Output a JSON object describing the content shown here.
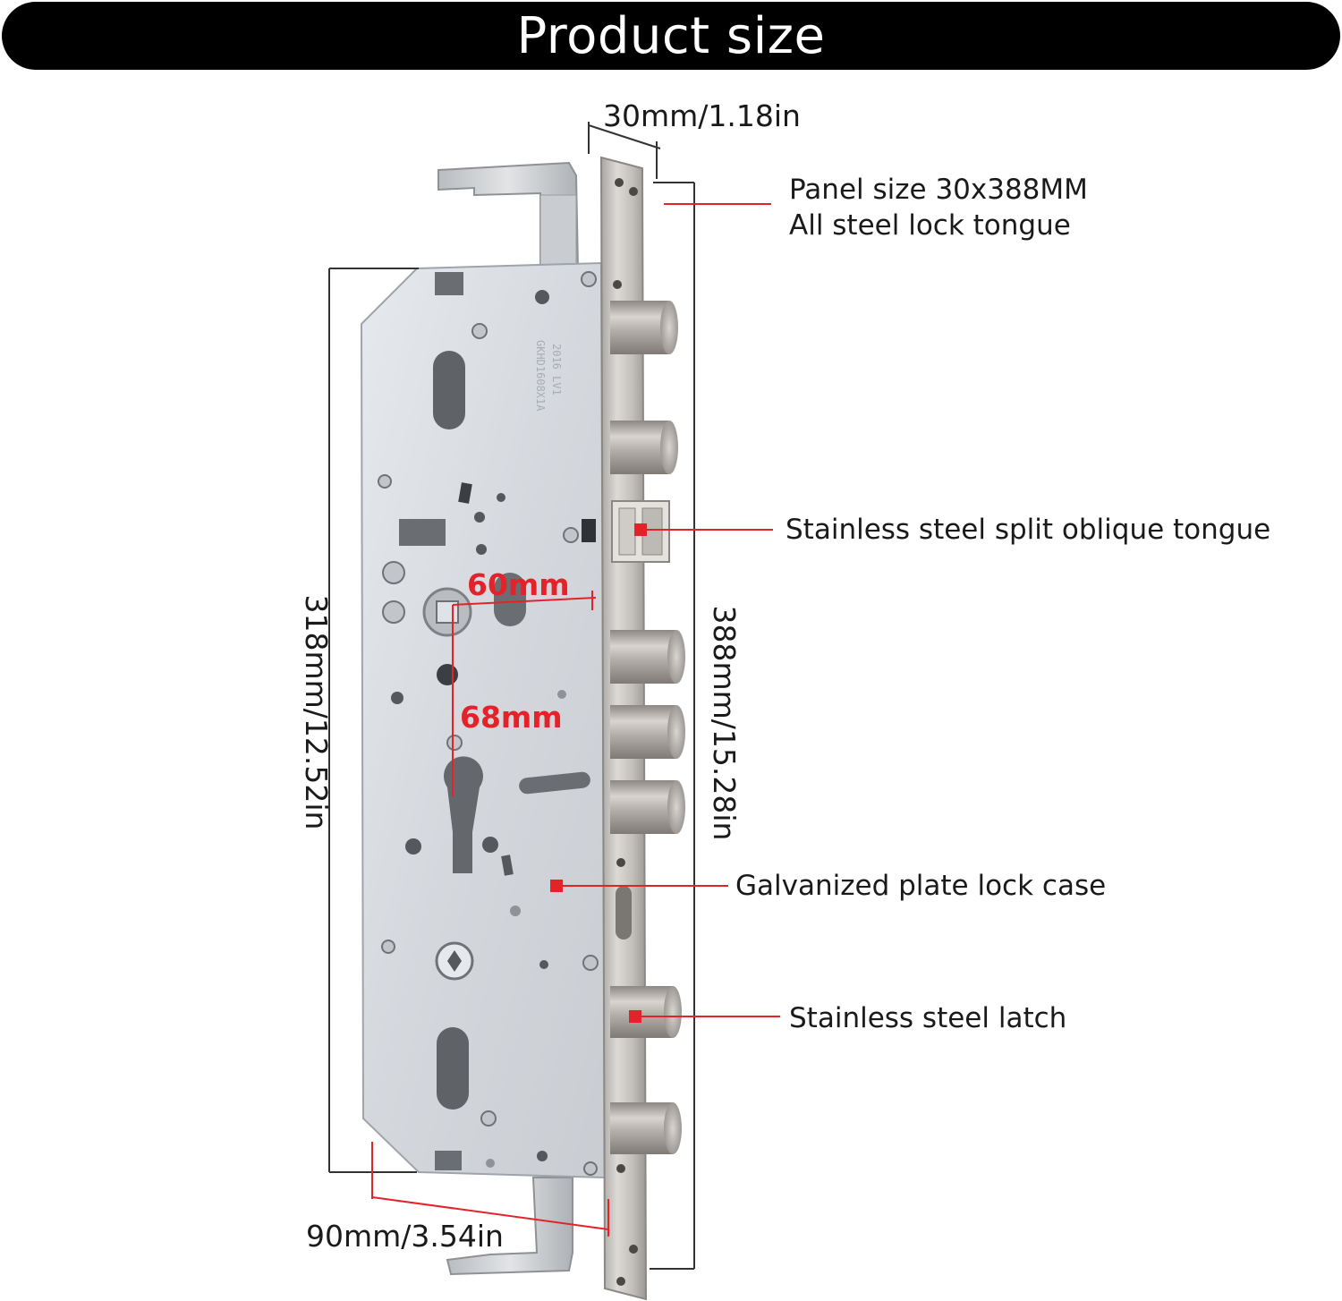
{
  "header": {
    "title": "Product size"
  },
  "dimensions": {
    "panel_width": "30mm/1.18in",
    "panel_length": "388mm/15.28in",
    "case_length": "318mm/12.52in",
    "case_width": "90mm/3.54in",
    "handle_to_edge": "60mm",
    "handle_to_cylinder": "68mm"
  },
  "callouts": {
    "panel_line1": "Panel size 30x388MM",
    "panel_line2": "All steel lock tongue",
    "oblique_tongue": "Stainless steel split oblique tongue",
    "lock_case": "Galvanized plate lock case",
    "latch": "Stainless steel latch"
  },
  "colors": {
    "banner_bg": "#000000",
    "banner_text": "#ffffff",
    "callout_red": "#e4222a",
    "case_steel": "#d9dde2",
    "panel_steel": "#c9c7c4",
    "bolt_steel": "#b7b2ad"
  }
}
